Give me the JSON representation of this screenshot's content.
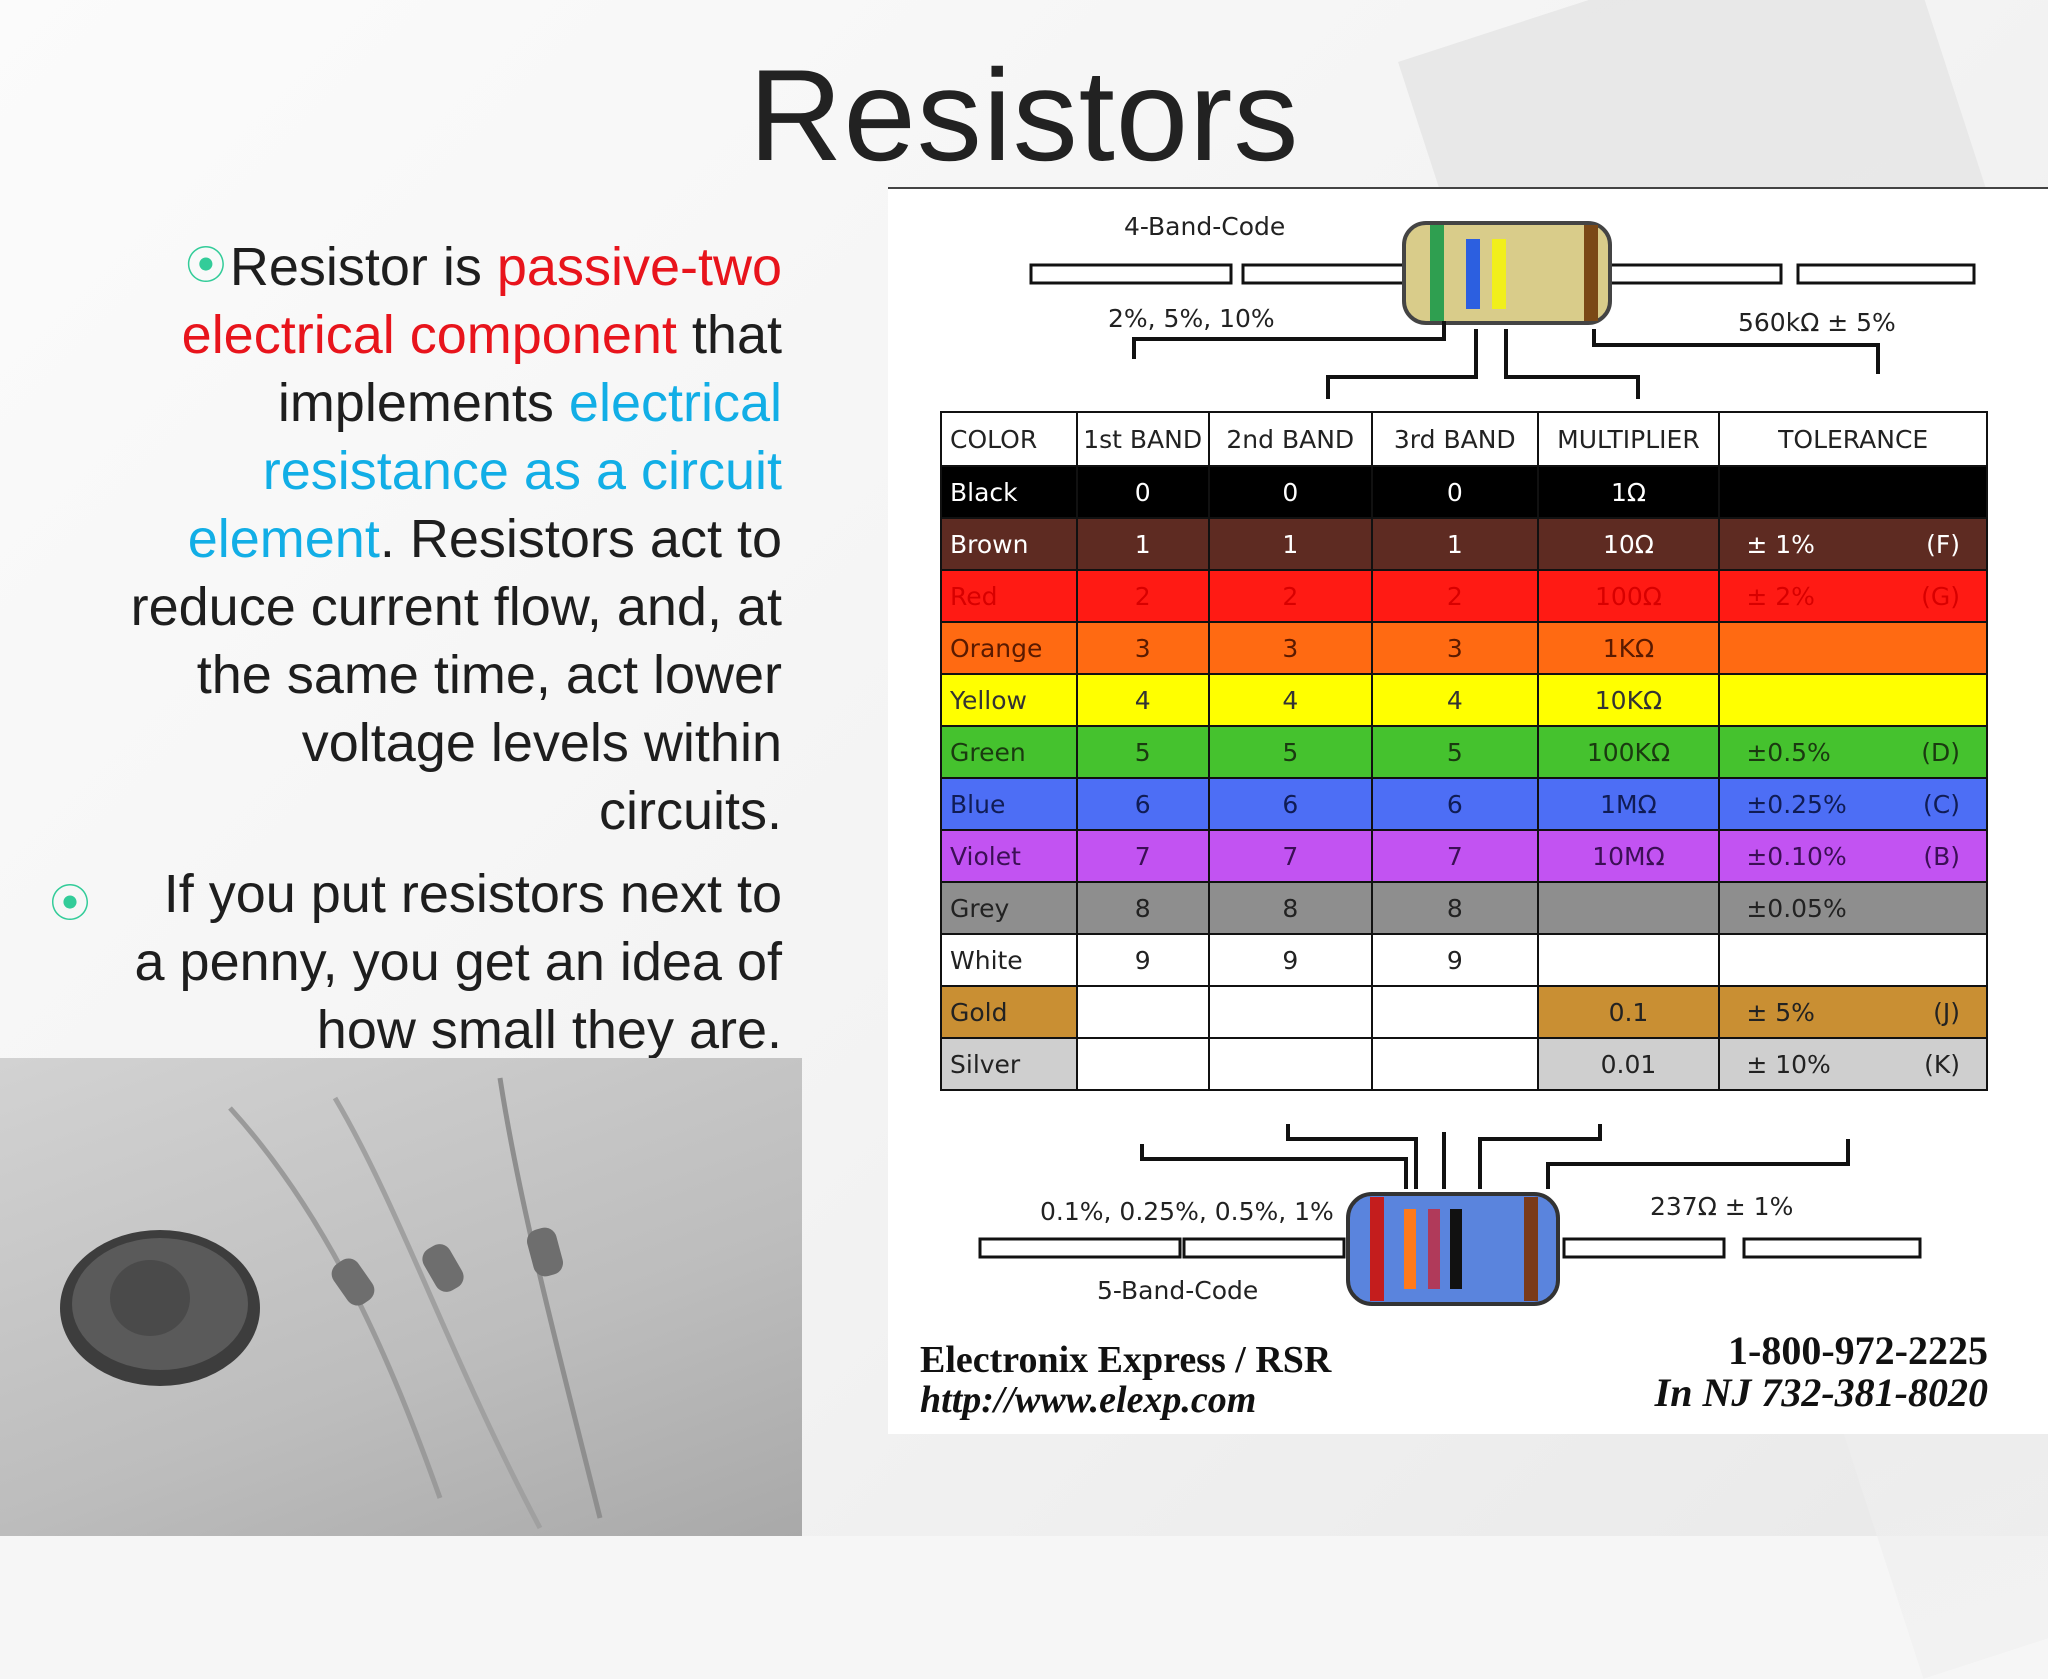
{
  "title": "Resistors",
  "paragraph1": {
    "bullet": "⦿",
    "text1": "Resistor is ",
    "red": "passive-two electrical component",
    "text2": " that implements ",
    "blue": "electrical resistance as a circuit element",
    "text3": ". Resistors act to reduce current flow, and, at the same time, act lower voltage levels within circuits."
  },
  "paragraph2": {
    "bullet": "⦿",
    "text": "If you put resistors next to a penny, you get an idea of how small they are."
  },
  "chart": {
    "four_band_label": "4-Band-Code",
    "four_band_tol": "2%, 5%, 10%",
    "four_band_example": "560kΩ ± 5%",
    "five_band_label": "5-Band-Code",
    "five_band_tol": "0.1%, 0.25%, 0.5%, 1%",
    "five_band_example": "237Ω ± 1%",
    "headers": [
      "COLOR",
      "1st BAND",
      "2nd BAND",
      "3rd BAND",
      "MULTIPLIER",
      "TOLERANCE"
    ],
    "rows": [
      {
        "color": "Black",
        "b1": "0",
        "b2": "0",
        "b3": "0",
        "mult": "1Ω",
        "tol": "",
        "code": "",
        "bg": "#000000",
        "fg": "#ffffff"
      },
      {
        "color": "Brown",
        "b1": "1",
        "b2": "1",
        "b3": "1",
        "mult": "10Ω",
        "tol": "± 1%",
        "code": "(F)",
        "bg": "#5e2b22",
        "fg": "#ffffff"
      },
      {
        "color": "Red",
        "b1": "2",
        "b2": "2",
        "b3": "2",
        "mult": "100Ω",
        "tol": "± 2%",
        "code": "(G)",
        "bg": "#ff1a14",
        "fg": "#d80000"
      },
      {
        "color": "Orange",
        "b1": "3",
        "b2": "3",
        "b3": "3",
        "mult": "1KΩ",
        "tol": "",
        "code": "",
        "bg": "#ff6a12",
        "fg": "#5a1a00"
      },
      {
        "color": "Yellow",
        "b1": "4",
        "b2": "4",
        "b3": "4",
        "mult": "10KΩ",
        "tol": "",
        "code": "",
        "bg": "#ffff00",
        "fg": "#333333"
      },
      {
        "color": "Green",
        "b1": "5",
        "b2": "5",
        "b3": "5",
        "mult": "100KΩ",
        "tol": "±0.5%",
        "code": "(D)",
        "bg": "#45c22e",
        "fg": "#1a3a10"
      },
      {
        "color": "Blue",
        "b1": "6",
        "b2": "6",
        "b3": "6",
        "mult": "1MΩ",
        "tol": "±0.25%",
        "code": "(C)",
        "bg": "#4d6ef5",
        "fg": "#101c55"
      },
      {
        "color": "Violet",
        "b1": "7",
        "b2": "7",
        "b3": "7",
        "mult": "10MΩ",
        "tol": "±0.10%",
        "code": "(B)",
        "bg": "#c253f2",
        "fg": "#3b0f55"
      },
      {
        "color": "Grey",
        "b1": "8",
        "b2": "8",
        "b3": "8",
        "mult": "",
        "tol": "±0.05%",
        "code": "",
        "bg": "#8e8e8e",
        "fg": "#222222"
      },
      {
        "color": "White",
        "b1": "9",
        "b2": "9",
        "b3": "9",
        "mult": "",
        "tol": "",
        "code": "",
        "bg": "#ffffff",
        "fg": "#222222"
      },
      {
        "color": "Gold",
        "b1": "",
        "b2": "",
        "b3": "",
        "mult": "0.1",
        "tol": "± 5%",
        "code": "(J)",
        "bg": "#c98f33",
        "fg": "#222222"
      },
      {
        "color": "Silver",
        "b1": "",
        "b2": "",
        "b3": "",
        "mult": "0.01",
        "tol": "± 10%",
        "code": "(K)",
        "bg": "#cfcfcf",
        "fg": "#222222"
      }
    ],
    "footer_company": "Electronix Express / RSR",
    "footer_url": "http://www.elexp.com",
    "footer_phone": "1-800-972-2225",
    "footer_nj": "In NJ 732-381-8020"
  }
}
